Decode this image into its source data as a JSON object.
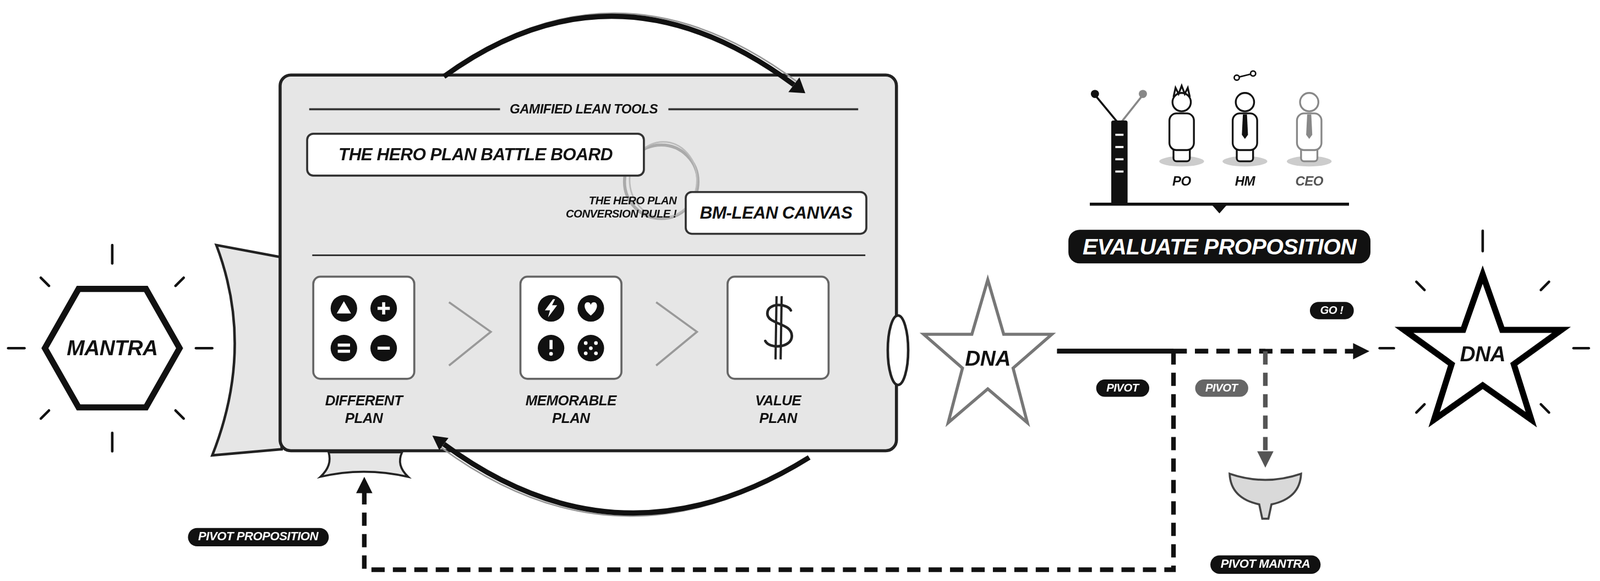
{
  "diagram": {
    "nodes": [
      {
        "text": [
          "MANTRA"
        ]
      },
      {
        "text": [
          "GAMIFIED LEAN TOOLS"
        ]
      },
      {
        "text": [
          "THE HERO PLAN BATTLE BOARD"
        ],
        "in": 1
      },
      {
        "text": [
          "BM-LEAN CANVAS"
        ],
        "in": 1
      },
      {
        "text": [
          "DIFFERENT PLAN"
        ],
        "in": 1
      },
      {
        "text": [
          "MEMORABLE PLAN"
        ],
        "in": 1
      },
      {
        "text": [
          "VALUE PLAN"
        ],
        "in": 1
      },
      {
        "text": [
          "DNA"
        ]
      },
      {
        "text": [
          "EVALUATE PROPOSITION"
        ]
      },
      {
        "text": [
          "DNA"
        ]
      },
      {
        "text": [
          "PIVOT MANTRA"
        ]
      }
    ],
    "edges": [
      {
        "from": 7,
        "to": 9,
        "arrow": "to",
        "label": "GO !"
      },
      {
        "from": 7,
        "to": 1,
        "arrow": "to",
        "label": "PIVOT"
      },
      {
        "from": 7,
        "to": 10,
        "arrow": "to",
        "label": "PIVOT"
      }
    ],
    "labels": [
      "THE HERO PLAN CONVERSION RULE !",
      "PO",
      "HM",
      "CEO",
      "PIVOT PROPOSITION"
    ]
  }
}
